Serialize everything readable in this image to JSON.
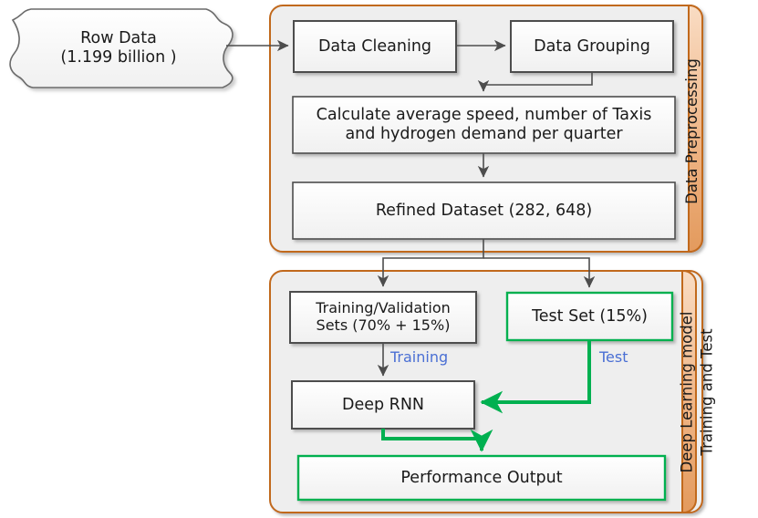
{
  "diagram": {
    "title": "Data Preprocessing and Deep Learning Model Pipeline",
    "colors": {
      "group_border": "#c1691f",
      "group_fill": "#eeeeee",
      "group_label_fill_top": "#f7d2b0",
      "group_label_fill_bottom": "#e59a5c",
      "box_border_dark": "#4d4d4d",
      "box_fill": "#fafafa",
      "green": "#00b050",
      "green_border": "#00b050",
      "arrow_gray": "#4d4d4d",
      "edge_label_blue": "#4a6fd4"
    }
  },
  "source": {
    "name": "row-data",
    "line1": "Row Data",
    "line2": "(1.199 billion )"
  },
  "groups": [
    {
      "id": "data-preprocessing",
      "label": "Data Preprocessing"
    },
    {
      "id": "deep-learning-model-training-and-test",
      "label_line1": "Deep Learning model",
      "label_line2": "Training and Test"
    }
  ],
  "nodes": [
    {
      "id": "data-cleaning",
      "label": "Data Cleaning"
    },
    {
      "id": "data-grouping",
      "label": "Data Grouping"
    },
    {
      "id": "calculate-metrics",
      "line1": "Calculate average speed, number of Taxis",
      "line2": "and hydrogen demand per quarter"
    },
    {
      "id": "refined-dataset",
      "label": "Refined Dataset (282, 648)"
    },
    {
      "id": "training-validation-sets",
      "line1": "Training/Validation",
      "line2": "Sets (70% + 15%)"
    },
    {
      "id": "test-set",
      "label": "Test Set (15%)"
    },
    {
      "id": "deep-rnn",
      "label": "Deep RNN"
    },
    {
      "id": "performance-output",
      "label": "Performance Output"
    }
  ],
  "edge_labels": {
    "training": "Training",
    "test": "Test"
  }
}
